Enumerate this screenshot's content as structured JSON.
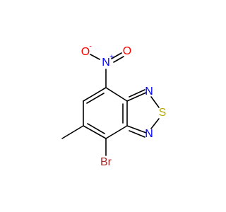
{
  "atoms": {
    "o_minus": {
      "symbol": "O",
      "charge": "-",
      "color": "#ff0000"
    },
    "n_nitro": {
      "symbol": "N",
      "charge": "+",
      "color": "#0000ff"
    },
    "o_double": {
      "symbol": "O",
      "color": "#ff0000"
    },
    "n_ring_top": {
      "symbol": "N",
      "color": "#0000ff"
    },
    "s_ring": {
      "symbol": "S",
      "color": "#b5a800"
    },
    "n_ring_bottom": {
      "symbol": "N",
      "color": "#0000ff"
    },
    "br": {
      "symbol": "Br",
      "color": "#a52a2a"
    }
  }
}
